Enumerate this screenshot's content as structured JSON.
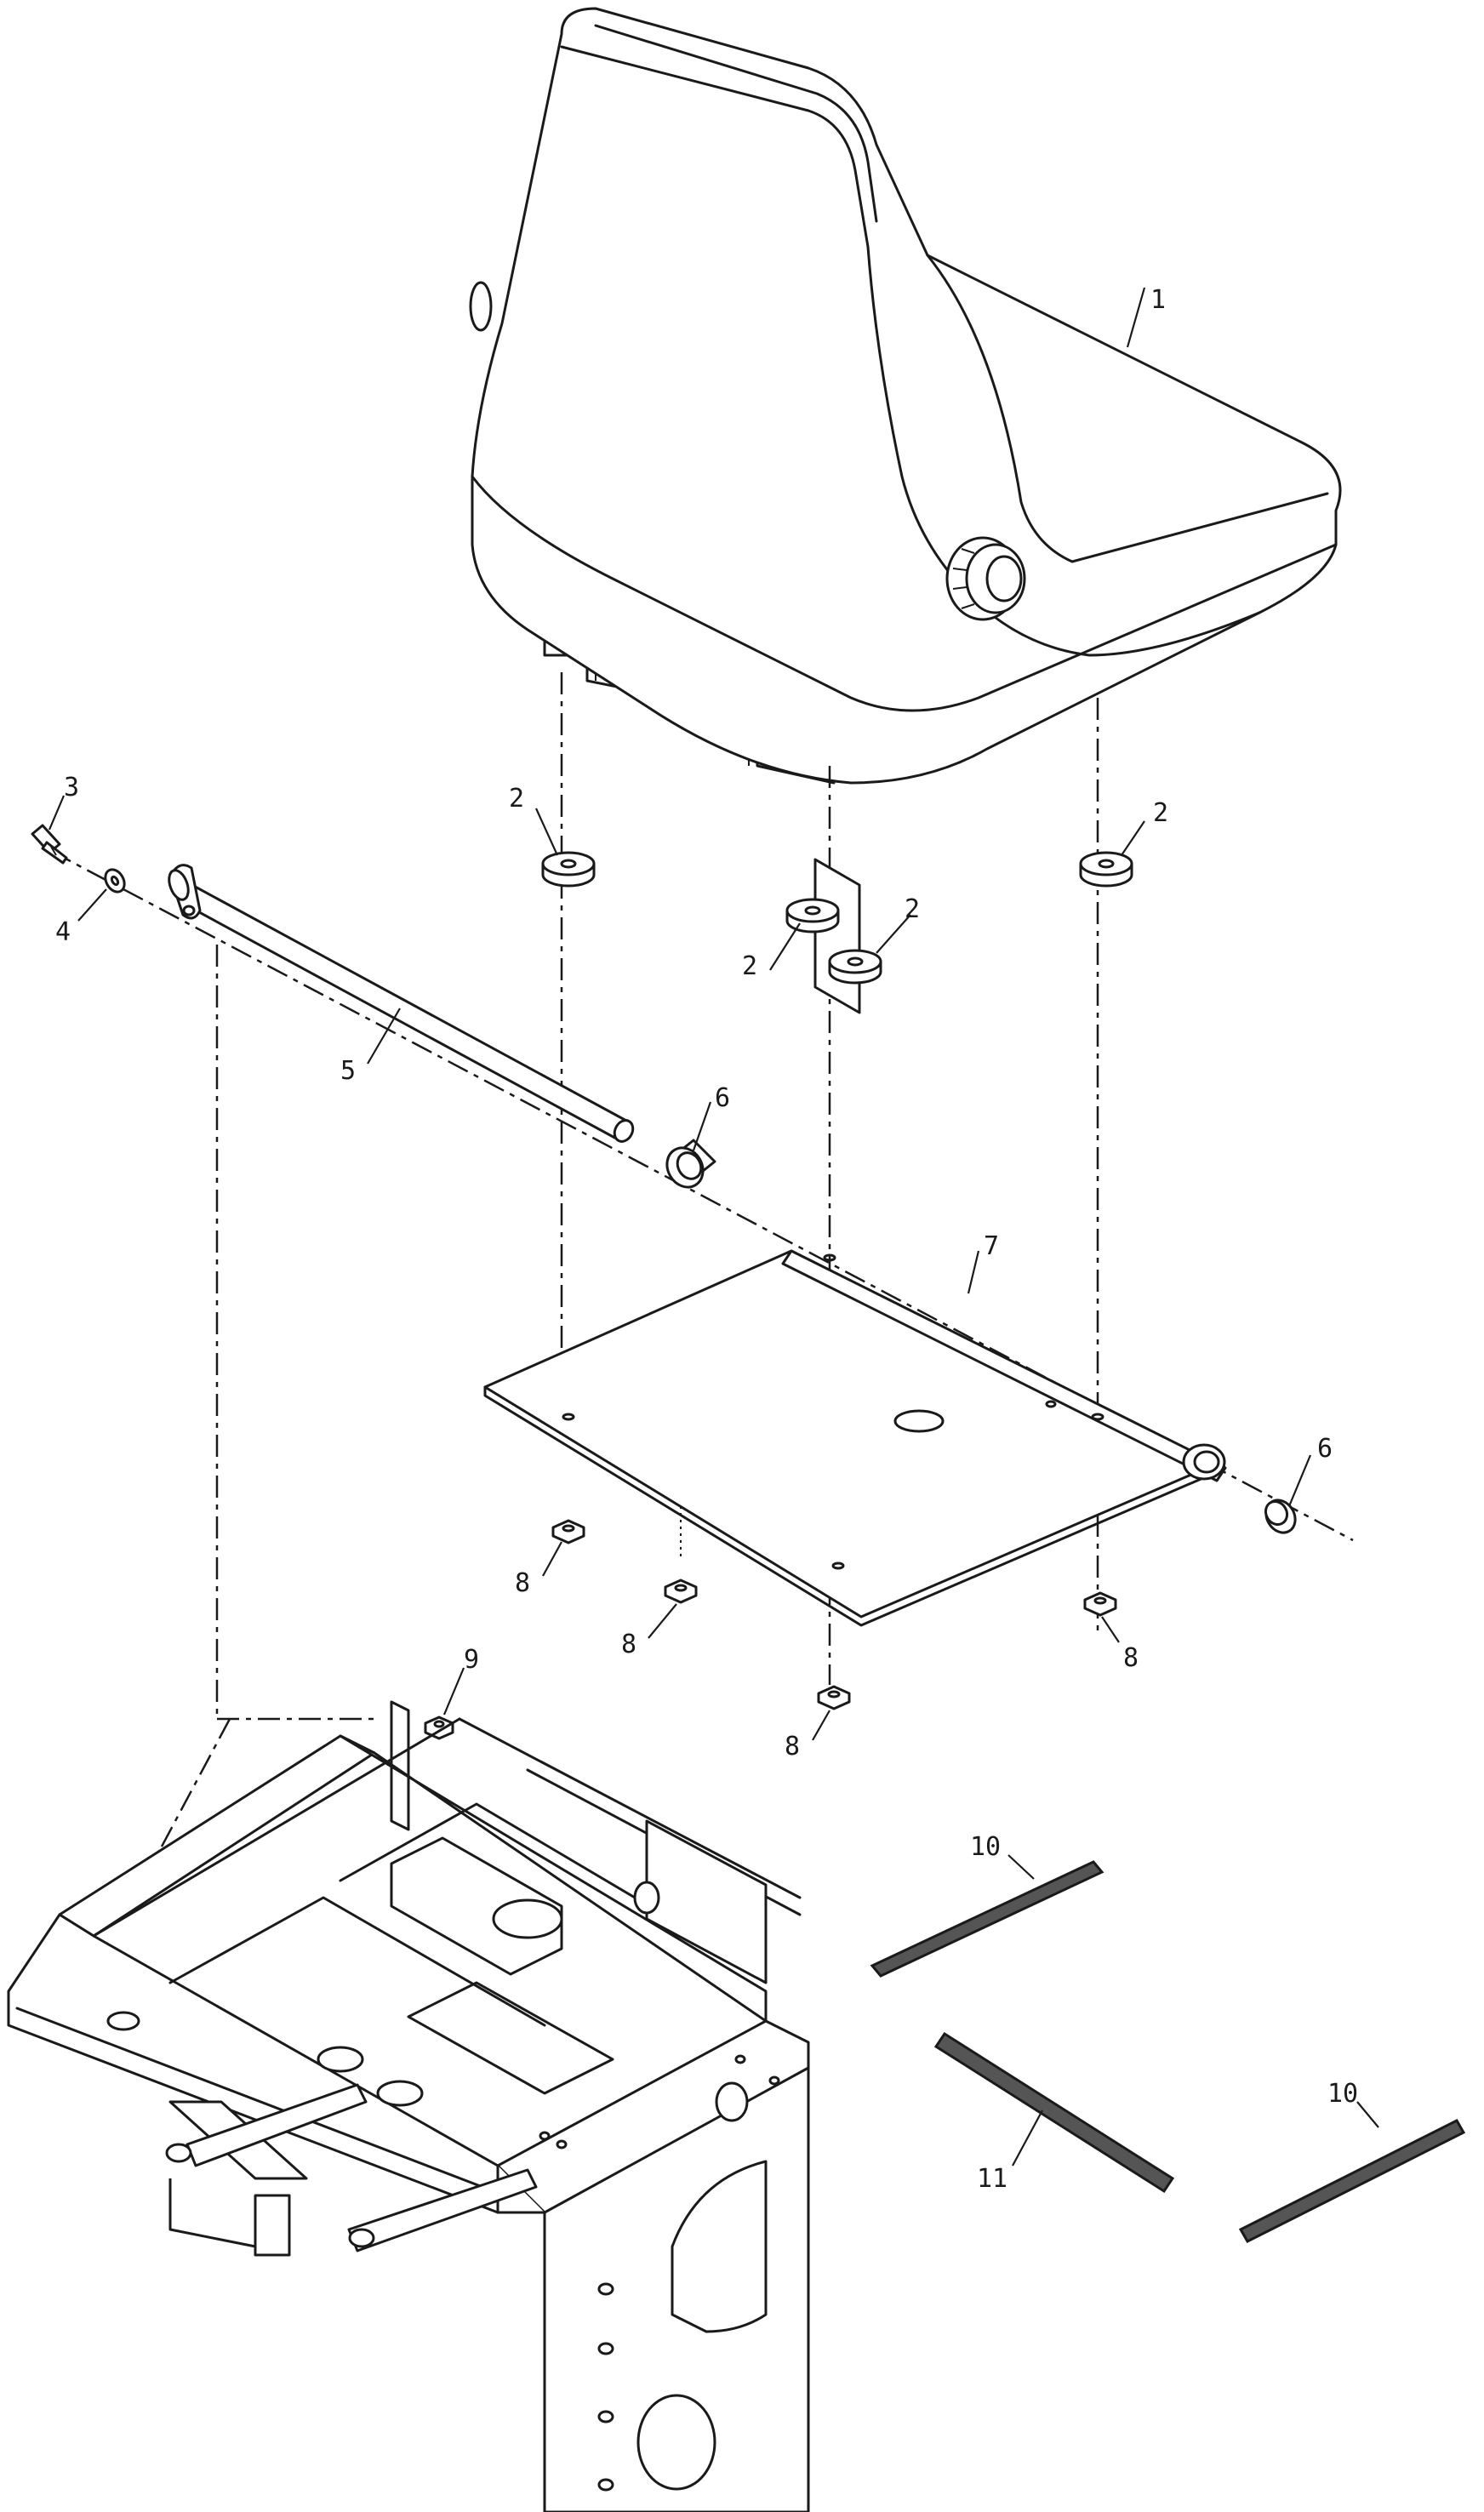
{
  "callouts": {
    "c1": "1",
    "c2a": "2",
    "c2b": "2",
    "c2c": "2",
    "c2d": "2",
    "c3": "3",
    "c4": "4",
    "c5": "5",
    "c6a": "6",
    "c6b": "6",
    "c7": "7",
    "c8a": "8",
    "c8b": "8",
    "c8c": "8",
    "c8d": "8",
    "c9": "9",
    "c10a": "10",
    "c10b": "10",
    "c11": "11"
  }
}
